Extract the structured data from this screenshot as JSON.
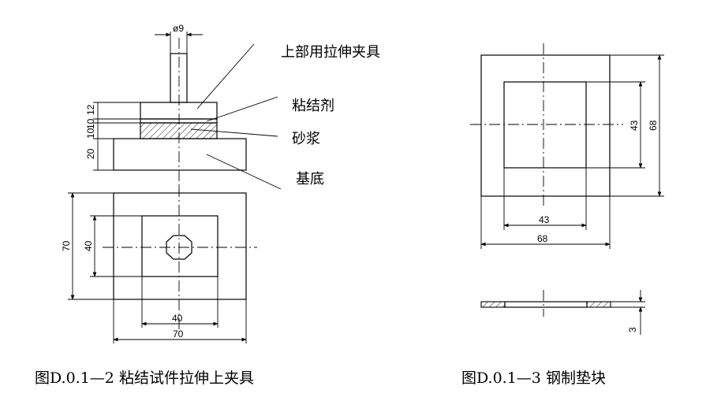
{
  "figure_left": {
    "labels": {
      "upper_fixture": "上部用拉伸夹具",
      "adhesive": "粘结剂",
      "mortar": "砂浆",
      "base": "基底"
    },
    "dimensions": {
      "rod_diameter": "ø9",
      "fixture_plate": "12",
      "adhesive_layer": "10",
      "mortar_layer": "10",
      "base_thickness": "20",
      "outer_height": "70",
      "inner_height": "40",
      "inner_width": "40",
      "outer_width": "70"
    },
    "caption": "图D.0.1—2  粘结试件拉伸上夹具"
  },
  "figure_right": {
    "dimensions": {
      "inner_height": "43",
      "outer_height": "68",
      "inner_width": "43",
      "outer_width": "68",
      "thickness": "3"
    },
    "caption": "图D.0.1—3  钢制垫块"
  }
}
